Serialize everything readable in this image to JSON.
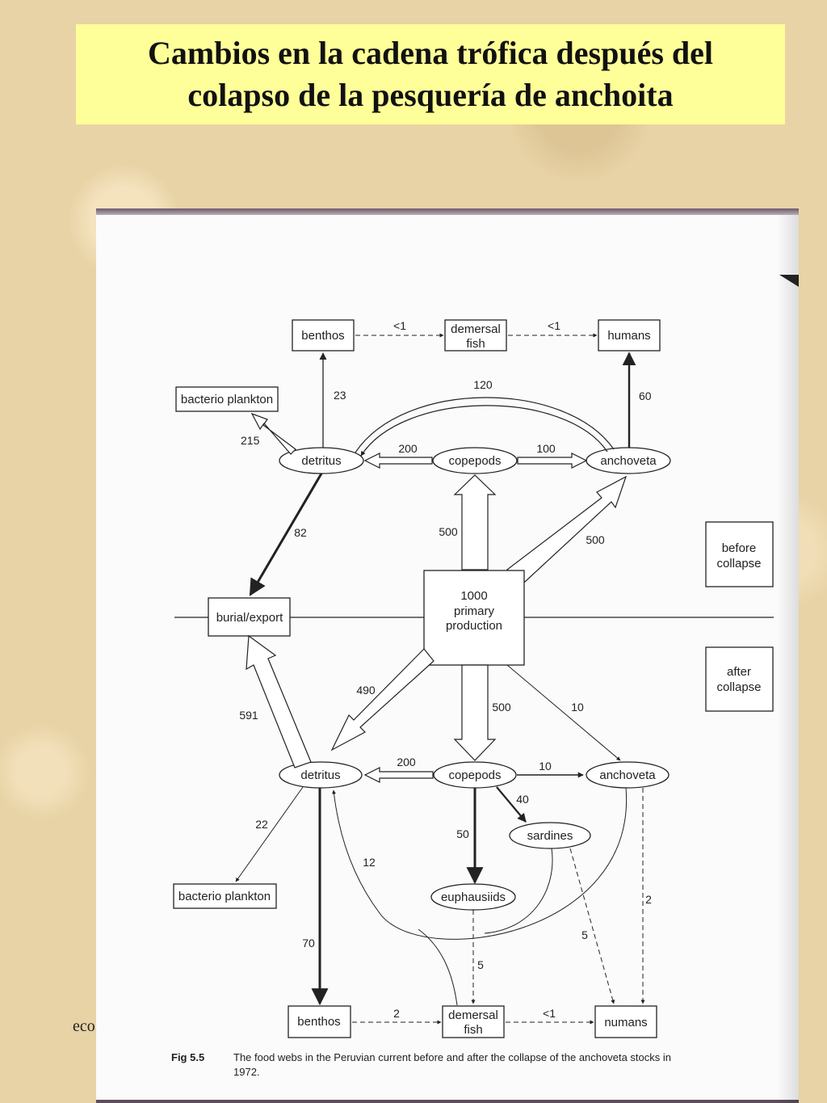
{
  "slide": {
    "title_line1": "Cambios en la cadena trófica después del",
    "title_line2": "colapso de la pesquería de anchoita",
    "footer_fragment": "eco"
  },
  "diagram": {
    "states": {
      "before": [
        "before",
        "collapse"
      ],
      "after": [
        "after",
        "collapse"
      ]
    },
    "before": {
      "nodes": {
        "benthos": "benthos",
        "demersal": [
          "demersal",
          "fish"
        ],
        "humans": "humans",
        "bacterio": "bacterio plankton",
        "detritus": "detritus",
        "copepods": "copepods",
        "anchoveta": "anchoveta"
      },
      "flows": {
        "benthos_demersal": "<1",
        "demersal_humans": "<1",
        "detritus_benthos": "23",
        "anchoveta_humans": "60",
        "anchoveta_detritus": "120",
        "detritus_bacterio": "215",
        "copepods_detritus": "200",
        "copepods_anchoveta": "100",
        "primary_copepods": "500",
        "primary_anchoveta": "500",
        "detritus_burial": "82"
      }
    },
    "center": {
      "burial": "burial/export",
      "primary": [
        "1000",
        "primary",
        "production"
      ]
    },
    "after": {
      "nodes": {
        "detritus": "detritus",
        "copepods": "copepods",
        "anchoveta": "anchoveta",
        "sardines": "sardines",
        "euphausiids": "euphausiids",
        "bacterio": "bacterio plankton",
        "benthos": "benthos",
        "demersal": [
          "demersal",
          "fish"
        ],
        "humans": "numans"
      },
      "flows": {
        "primary_detritus": "490",
        "detritus_burial": "591",
        "primary_copepods": "500",
        "primary_anchoveta": "10",
        "copepods_detritus": "200",
        "copepods_anchoveta": "10",
        "copepods_sardines": "40",
        "copepods_euphausiids": "50",
        "detritus_bacterio": "22",
        "to_detritus": "12",
        "detritus_benthos": "70",
        "anchoveta_humans": "2",
        "sardines_humans": "5",
        "euphausiids_demersal": "5",
        "benthos_demersal": "2",
        "demersal_humans": "<1"
      }
    },
    "caption": {
      "label": "Fig 5.5",
      "line1": "The food webs in the Peruvian current before and after the collapse of the anchoveta stocks in",
      "line2": "1972."
    }
  }
}
